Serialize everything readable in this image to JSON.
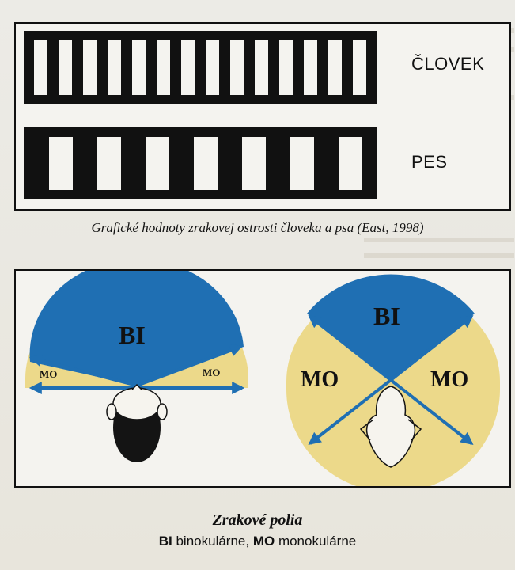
{
  "figure_1": {
    "labels": {
      "human": "ČLOVEK",
      "dog": "PES"
    },
    "caption": "Grafické hodnoty zrakovej ostrosti človeka a psa (East, 1998)"
  },
  "figure_2": {
    "left_diagram": {
      "bi_label": "BI",
      "mo_left": "MO",
      "mo_right": "MO"
    },
    "right_diagram": {
      "bi_label": "BI",
      "mo_left": "MO",
      "mo_right": "MO"
    },
    "title": "Zrakové polia",
    "legend": {
      "bi_abbr": "BI",
      "bi_text": " binokulárne, ",
      "mo_abbr": "MO",
      "mo_text": " monokulárne"
    }
  },
  "colors": {
    "binocular_blue": "#1f6fb3",
    "monocular_yellow": "#ecd98a",
    "ink": "#111111"
  }
}
